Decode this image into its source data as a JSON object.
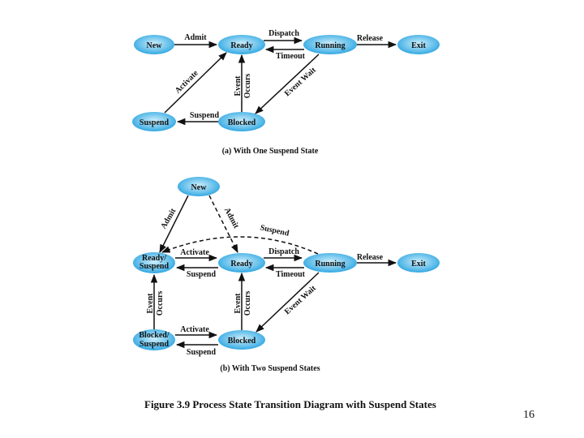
{
  "colors": {
    "state_fill_center": "#cdeefb",
    "state_fill_edge": "#1f9fde",
    "ink": "#111111"
  },
  "diagram_a": {
    "caption": "(a) With One Suspend State",
    "states": {
      "new": "New",
      "ready": "Ready",
      "running": "Running",
      "exit": "Exit",
      "suspend": "Suspend",
      "blocked": "Blocked"
    },
    "edges": {
      "admit": "Admit",
      "dispatch": "Dispatch",
      "timeout": "Timeout",
      "release": "Release",
      "activate": "Activate",
      "event_occurs_1": "Event",
      "event_occurs_2": "Occurs",
      "event_wait": "Event Wait",
      "suspend": "Suspend"
    }
  },
  "diagram_b": {
    "caption": "(b) With Two Suspend States",
    "states": {
      "new": "New",
      "ready_suspend_1": "Ready/",
      "ready_suspend_2": "Suspend",
      "ready": "Ready",
      "running": "Running",
      "exit": "Exit",
      "blocked_suspend_1": "Blocked/",
      "blocked_suspend_2": "Suspend",
      "blocked": "Blocked"
    },
    "edges": {
      "admit_left": "Admit",
      "admit_right": "Admit",
      "suspend_dashed": "Suspend",
      "activate_top": "Activate",
      "suspend_top": "Suspend",
      "dispatch": "Dispatch",
      "timeout": "Timeout",
      "release": "Release",
      "event_occurs_left_1": "Event",
      "event_occurs_left_2": "Occurs",
      "event_occurs_mid_1": "Event",
      "event_occurs_mid_2": "Occurs",
      "event_wait": "Event Wait",
      "activate_bottom": "Activate",
      "suspend_bottom": "Suspend"
    }
  },
  "figure_caption": "Figure 3.9  Process State Transition Diagram with Suspend States",
  "page_number": "16"
}
